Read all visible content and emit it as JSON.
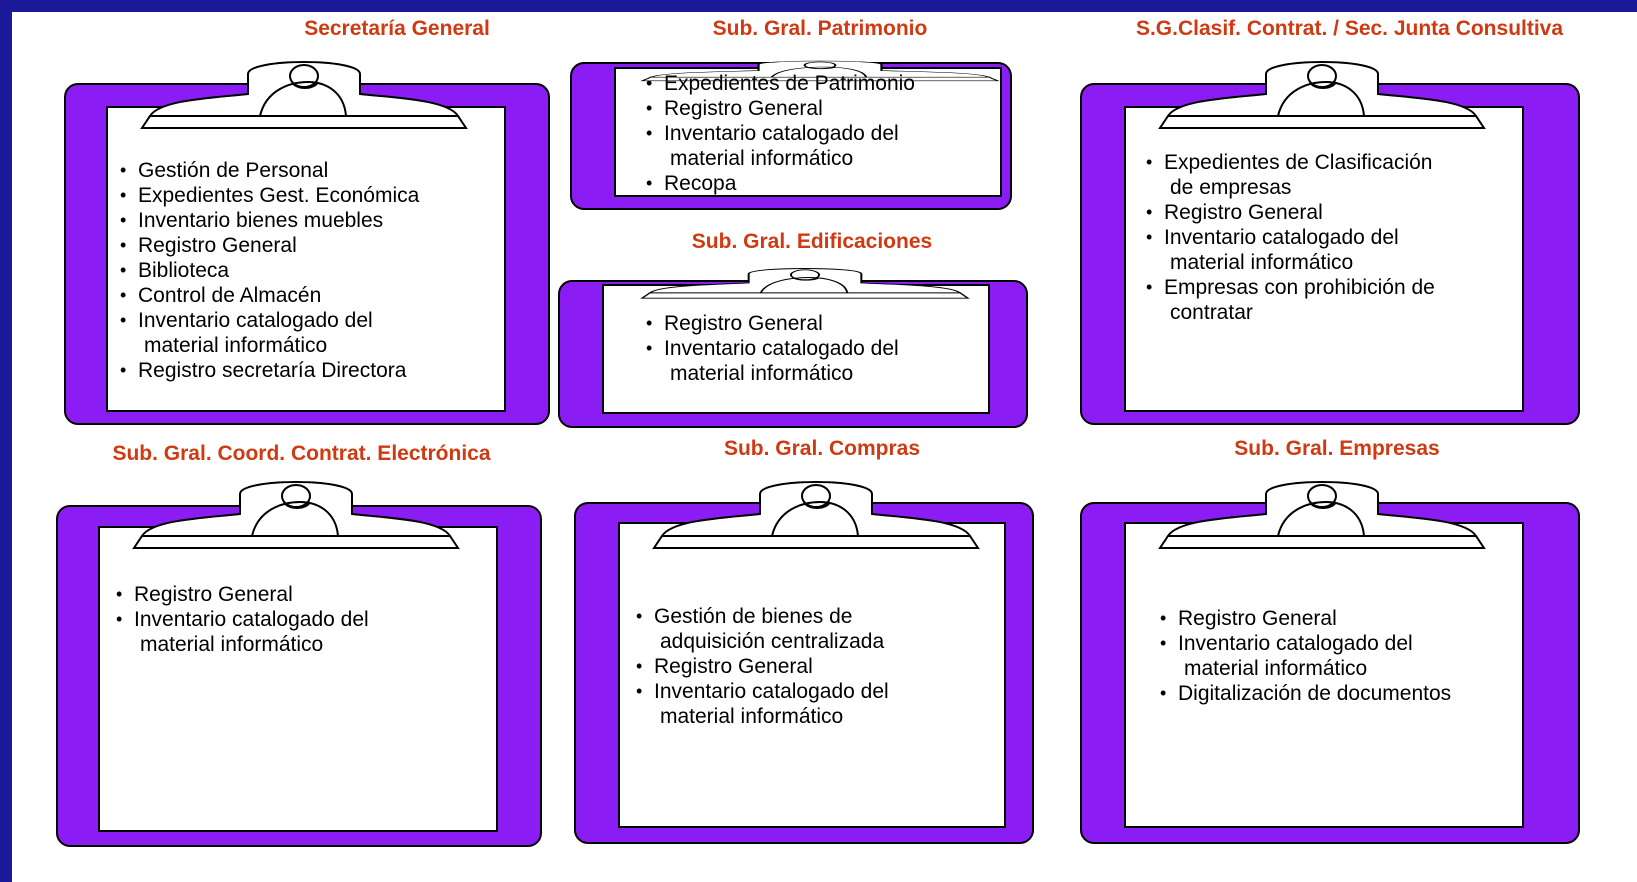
{
  "colors": {
    "board": "#8b1cf4",
    "title": "#d03a12",
    "frame": "#1a1a9a"
  },
  "icons": {
    "clip": "clipboard-clip-icon"
  },
  "boards": [
    {
      "title": "Secretaría General",
      "items": [
        [
          "Gestión de Personal"
        ],
        [
          "Expedientes Gest. Económica"
        ],
        [
          "Inventario bienes muebles"
        ],
        [
          "Registro General"
        ],
        [
          "Biblioteca"
        ],
        [
          "Control de Almacén"
        ],
        [
          "Inventario catalogado del",
          "material informático"
        ],
        [
          "Registro secretaría Directora"
        ]
      ]
    },
    {
      "title": "Sub. Gral. Patrimonio",
      "items": [
        [
          "Expedientes de Patrimonio"
        ],
        [
          "Registro General"
        ],
        [
          "Inventario catalogado del",
          "material informático"
        ],
        [
          "Recopa"
        ]
      ]
    },
    {
      "title": "S.G.Clasif. Contrat. / Sec. Junta Consultiva",
      "items": [
        [
          "Expedientes de Clasificación",
          "de empresas"
        ],
        [
          "Registro General"
        ],
        [
          "Inventario catalogado del",
          "material informático"
        ],
        [
          "Empresas con prohibición de",
          "contratar"
        ]
      ]
    },
    {
      "title": "Sub. Gral. Edificaciones",
      "items": [
        [
          "Registro General"
        ],
        [
          "Inventario catalogado del",
          "material informático"
        ]
      ]
    },
    {
      "title": "Sub. Gral. Coord. Contrat. Electrónica",
      "items": [
        [
          "Registro General"
        ],
        [
          "Inventario catalogado del",
          "material informático"
        ]
      ]
    },
    {
      "title": "Sub. Gral. Compras",
      "items": [
        [
          "Gestión de bienes de",
          "adquisición centralizada"
        ],
        [
          "Registro General"
        ],
        [
          "Inventario catalogado del",
          "material informático"
        ]
      ]
    },
    {
      "title": "Sub. Gral. Empresas",
      "items": [
        [
          "Registro General"
        ],
        [
          "Inventario catalogado del",
          "material informático"
        ],
        [
          "Digitalización de documentos"
        ]
      ]
    }
  ]
}
